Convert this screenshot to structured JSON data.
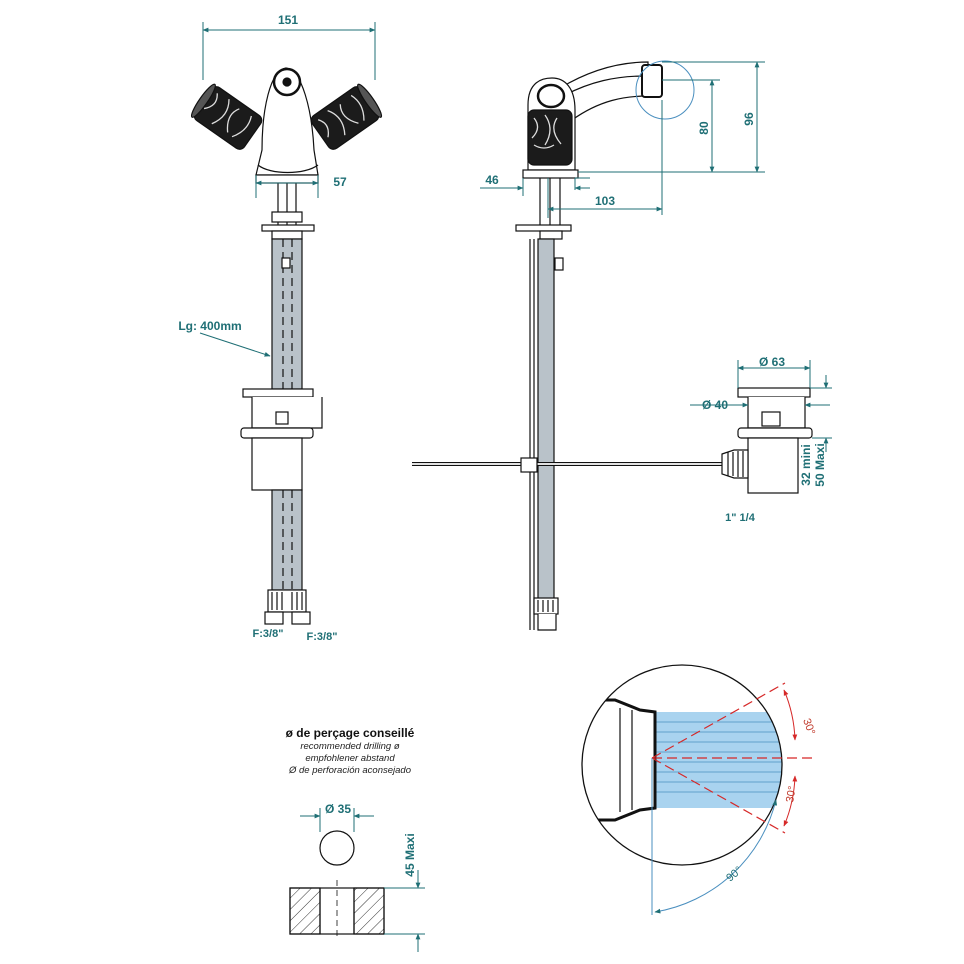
{
  "dimensions": {
    "width_total": "151",
    "offset_57": "57",
    "offset_46": "46",
    "reach_103": "103",
    "height_80": "80",
    "height_96": "96",
    "hose_length": "Lg: 400mm",
    "diameter_63": "Ø 63",
    "diameter_40": "Ø 40",
    "thickness_min": "32 mini",
    "thickness_max": "50 Maxi",
    "waste_thread": "1\" 1/4",
    "hose_thread_left": "F:3/8\"",
    "hose_thread_right": "F:3/8\"",
    "drill_diameter": "Ø 35",
    "drill_max_thickness": "45 Maxi"
  },
  "drilling": {
    "title": "ø de perçage conseillé",
    "en": "recommended drilling ø",
    "de": "empfohlener abstand",
    "es": "Ø de perforación aconsejado"
  },
  "angles": {
    "up": "30°",
    "down": "30°",
    "rotation": "90°"
  },
  "colors": {
    "dimension": "#1f6f75",
    "angle_lines": "#d62828",
    "spout_water": "#a9d3ef",
    "hose_fill": "#b9c2c9"
  }
}
